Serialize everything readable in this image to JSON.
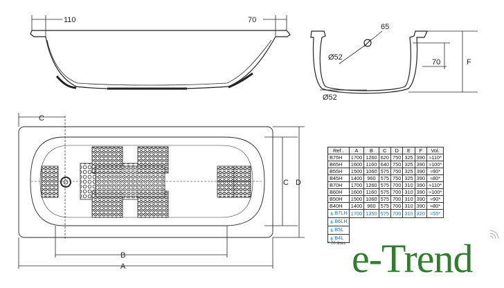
{
  "side_view": {
    "dim_left": "110",
    "dim_right": "70"
  },
  "end_view": {
    "dim_drain": "65",
    "dim_hole_top": "Ø52",
    "dim_height_small": "70",
    "dim_height_label": "F",
    "dim_hole_bottom": "Ø52"
  },
  "top_view": {
    "label_c_top": "C",
    "label_c_side": "C",
    "label_d": "D",
    "label_b": "B",
    "label_a": "A"
  },
  "table": {
    "headers": [
      "Ref .",
      "A",
      "B",
      "C",
      "D",
      "E",
      "F",
      "Vol."
    ],
    "rows": [
      [
        "B75H",
        "1700",
        "1260",
        "620",
        "750",
        "325",
        "390",
        "≈110*"
      ],
      [
        "B65H",
        "1600",
        "1160",
        "640",
        "750",
        "325",
        "390",
        "≈100*"
      ],
      [
        "B55H",
        "1500",
        "1060",
        "575",
        "750",
        "325",
        "390",
        "≈90*"
      ],
      [
        "B45H",
        "1400",
        "960",
        "575",
        "750",
        "325",
        "390",
        "≈80*"
      ],
      [
        "B70H",
        "1700",
        "1260",
        "575",
        "700",
        "310",
        "390",
        "≈110*"
      ],
      [
        "B60H",
        "1600",
        "1160",
        "575",
        "700",
        "310",
        "390",
        "≈100*"
      ],
      [
        "B50H",
        "1500",
        "1060",
        "575",
        "700",
        "310",
        "390",
        "≈90*"
      ],
      [
        "B40H",
        "1400",
        "960",
        "575",
        "700",
        "310",
        "390",
        "≈80*"
      ]
    ],
    "blue_rows": [
      [
        "B7LH",
        "1700",
        "1350",
        "575",
        "700",
        "310",
        "320",
        "≈55*"
      ]
    ],
    "partial_rows": [
      "B6LH",
      "B5L",
      "B4L"
    ],
    "footnote": "* 70 litres"
  },
  "brand": {
    "name": "e-Trend",
    "color": "#2f7d2d"
  }
}
